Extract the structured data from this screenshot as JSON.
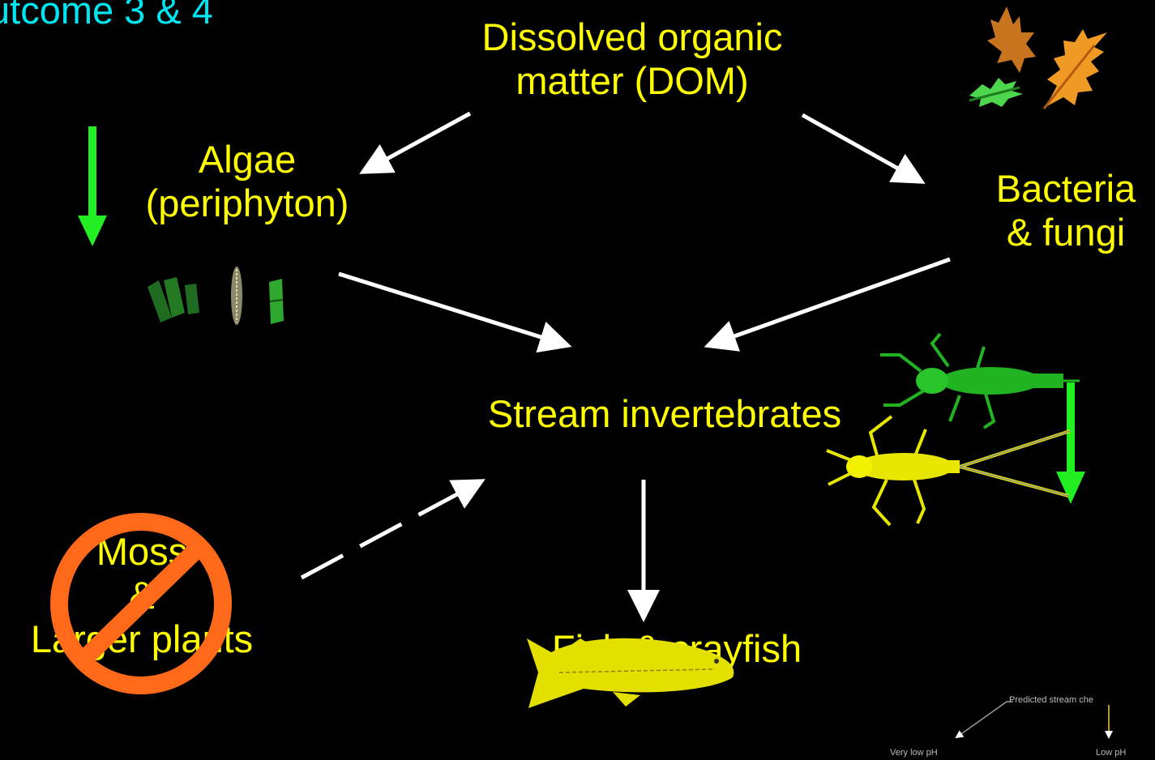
{
  "slide": {
    "corner_title": "utcome 3 & 4",
    "dom": {
      "line1": "Dissolved organic",
      "line2": "matter (DOM)"
    },
    "algae": {
      "line1": "Algae",
      "line2": "(periphyton)"
    },
    "bacteria": {
      "line1": "Bacteria",
      "line2": "& fungi"
    },
    "invertebrates": "Stream invertebrates",
    "moss": {
      "line1": "Moss",
      "line2": "&",
      "line3": "Larger plants"
    },
    "fish": "Fish & crayfish",
    "inset": {
      "title": "Predicted stream che",
      "left": "Very low pH",
      "right": "Low pH"
    }
  },
  "colors": {
    "text": "#ffff00",
    "title": "#00e5f0",
    "arrow": "#ffffff",
    "decrease_arrow": "#22ee22",
    "no_symbol": "#ff6a1a"
  },
  "icons": [
    "autumn-leaves-icon",
    "algae-cells-icon",
    "mayfly-green-icon",
    "stonefly-yellow-icon",
    "fish-icon",
    "no-symbol-icon",
    "decrease-arrow-icon"
  ]
}
